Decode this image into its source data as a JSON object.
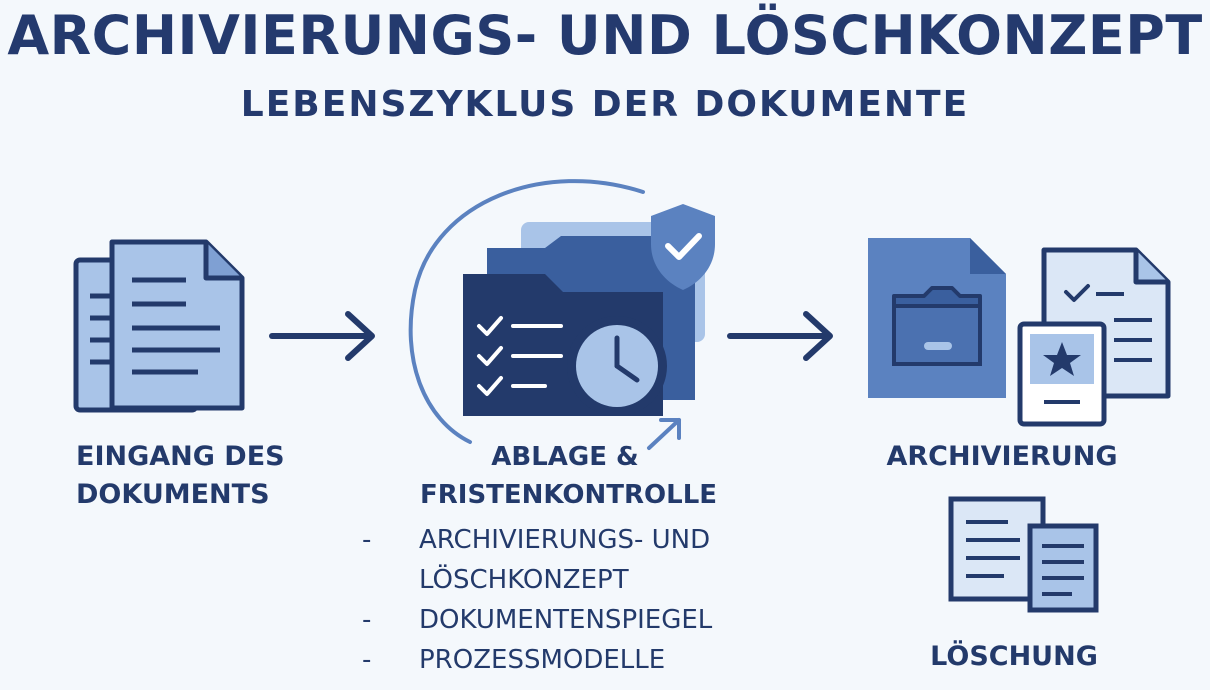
{
  "header": {
    "title": "ARCHIVIERUNGS- UND LÖSCHKONZEPT",
    "subtitle": "LEBENSZYKLUS DER DOKUMENTE"
  },
  "stages": {
    "intake": {
      "line1": "EINGANG DES",
      "line2": "DOKUMENTS",
      "icon": "document-stack-icon"
    },
    "filing": {
      "line1": "ABLAGE &",
      "line2": "FRISTENKONTROLLE",
      "icon": "folder-checklist-clock-icon",
      "bullets": [
        {
          "marker": "-",
          "line1": "ARCHIVIERUNGS- UND",
          "line2": "LÖSCHKONZEPT"
        },
        {
          "marker": "-",
          "line1": "DOKUMENTENSPIEGEL"
        },
        {
          "marker": "-",
          "line1": "PROZESSMODELLE"
        }
      ]
    },
    "archive": {
      "label": "ARCHIVIERUNG",
      "icon": "archive-box-icon"
    },
    "deletion": {
      "label": "LÖSCHUNG",
      "icon": "documents-icon"
    }
  },
  "colors": {
    "navy": "#233a6b",
    "mid_blue": "#5b82c0",
    "light_blue": "#a9c4e8",
    "pale_blue": "#dbe7f6",
    "background": "#f4f8fc"
  }
}
